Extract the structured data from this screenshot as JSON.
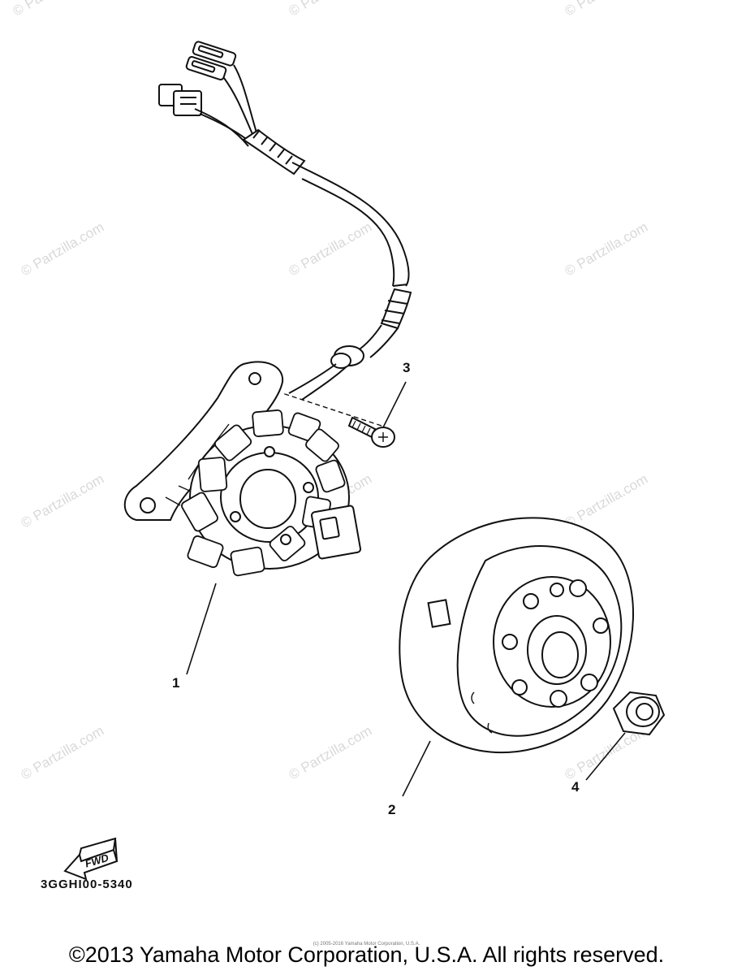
{
  "diagram": {
    "callouts": [
      {
        "id": "1",
        "label": "1"
      },
      {
        "id": "2",
        "label": "2"
      },
      {
        "id": "3",
        "label": "3"
      },
      {
        "id": "4",
        "label": "4"
      }
    ],
    "fwd_label": "FWD",
    "part_code": "3GGHI00-5340",
    "watermark_text": "© Partzilla.com"
  },
  "footer": {
    "copyright": "©2013 Yamaha Motor Corporation, U.S.A. All rights reserved.",
    "small_copyright": "(c) 2005-2016 Yamaha Motor Corporation, U.S.A."
  }
}
